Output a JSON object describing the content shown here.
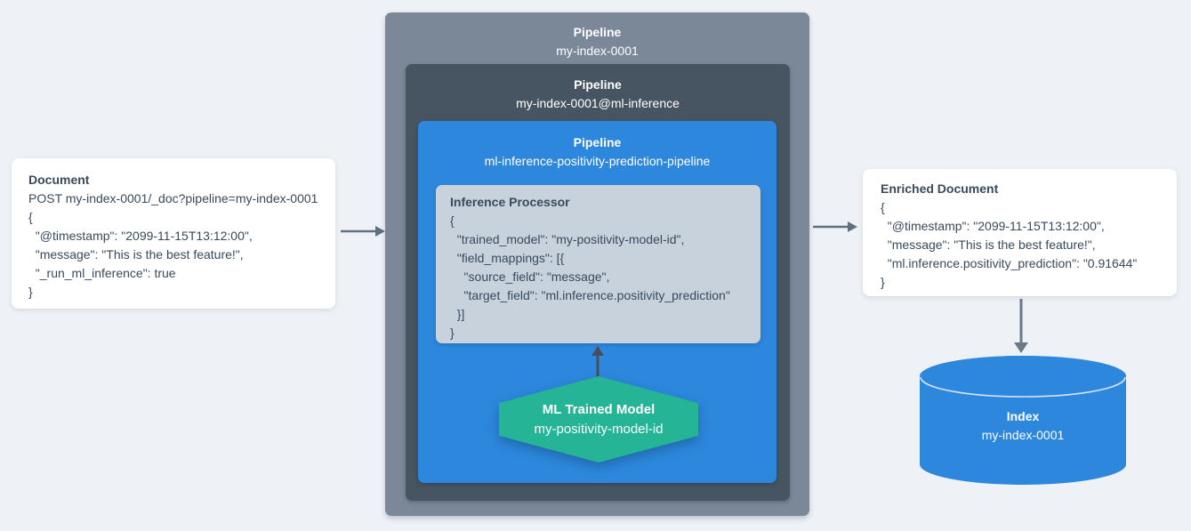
{
  "document": {
    "title": "Document",
    "lines": [
      "POST my-index-0001/_doc?pipeline=my-index-0001",
      "{",
      "  \"@timestamp\": \"2099-11-15T13:12:00\",",
      "  \"message\": \"This is the best feature!\",",
      "  \"_run_ml_inference\": true",
      "}"
    ]
  },
  "pipeline_outer": {
    "label": "Pipeline",
    "name": "my-index-0001"
  },
  "pipeline_ml": {
    "label": "Pipeline",
    "name": "my-index-0001@ml-inference"
  },
  "pipeline_inference": {
    "label": "Pipeline",
    "name": "ml-inference-positivity-prediction-pipeline"
  },
  "inference_processor": {
    "title": "Inference Processor",
    "lines": [
      "{",
      "  \"trained_model\": \"my-positivity-model-id\",",
      "  \"field_mappings\": [{",
      "    \"source_field\": \"message\",",
      "    \"target_field\": \"ml.inference.positivity_prediction\"",
      "  }]",
      "}"
    ]
  },
  "ml_model": {
    "title": "ML Trained Model",
    "name": "my-positivity-model-id"
  },
  "enriched_document": {
    "title": "Enriched Document",
    "lines": [
      "{",
      "  \"@timestamp\": \"2099-11-15T13:12:00\",",
      "  \"message\": \"This is the best feature!\",",
      "  \"ml.inference.positivity_prediction\": \"0.91644\"",
      "}"
    ]
  },
  "index": {
    "title": "Index",
    "name": "my-index-0001"
  },
  "colors": {
    "background": "#eef2f6",
    "pipeline_outer": "#7a8898",
    "pipeline_inner": "#475562",
    "pipeline_inference_blue": "#2d87dc",
    "processor_bg": "#c7d2dc",
    "model_hexagon_teal": "#26b497",
    "index_cylinder_blue": "#2d87dc",
    "arrow_gray": "#5f7080",
    "arrow_dark": "#474f58",
    "text_dark": "#394a5c",
    "text_light": "#ffffff"
  }
}
